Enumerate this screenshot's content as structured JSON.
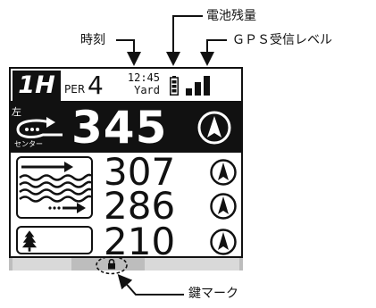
{
  "callouts": {
    "clock": "時刻",
    "battery": "電池残量",
    "gps": "ＧＰＳ受信レベル",
    "lock": "鍵マーク"
  },
  "screen": {
    "hole": "1H",
    "per_label": "PER",
    "par": "4",
    "time": "12:45",
    "unit": "Yard",
    "side": "左",
    "center": "センター",
    "main_distance": "345",
    "distances": [
      "307",
      "286",
      "210"
    ]
  },
  "icons": {
    "battery": "battery-icon",
    "gps_signal": "signal-bars-icon",
    "green_target": "green-target-icon",
    "direction_arrow": "direction-arrow-icon",
    "hazard": "water-hazard-icon",
    "tree": "tree-icon",
    "lock": "lock-icon"
  },
  "colors": {
    "ink": "#111111",
    "panel_gray": "#bdbdbd",
    "panel_light": "#d9d9d9",
    "background": "#ffffff"
  }
}
